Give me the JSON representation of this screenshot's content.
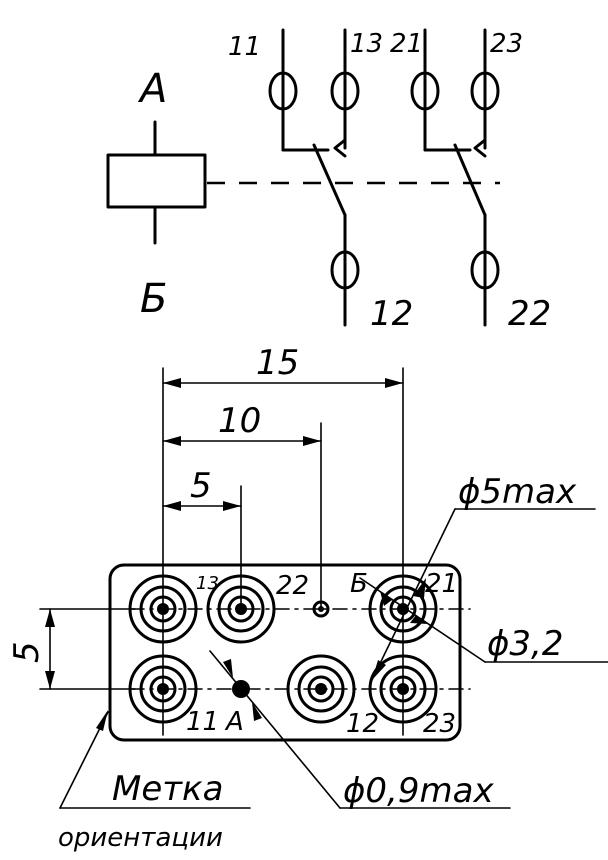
{
  "coil": {
    "terminal_top": "А",
    "terminal_bottom": "Б"
  },
  "contacts": {
    "c11": "11",
    "c13": "13",
    "c21": "21",
    "c23": "23",
    "c12": "12",
    "c22": "22"
  },
  "dimensions": {
    "d15": "15",
    "d10": "10",
    "d5": "5",
    "pitch": "5"
  },
  "callouts": {
    "d5max": "ϕ5max",
    "d32": "ϕ3,2",
    "d09max": "ϕ0,9max"
  },
  "pin_labels": {
    "p13": "13",
    "p22": "22",
    "p21": "21",
    "p11": "11",
    "pA": "А",
    "p12": "12",
    "p23": "23",
    "pB": "Б"
  },
  "orientation_mark": {
    "line1": "Метка",
    "line2": "ориентации"
  }
}
